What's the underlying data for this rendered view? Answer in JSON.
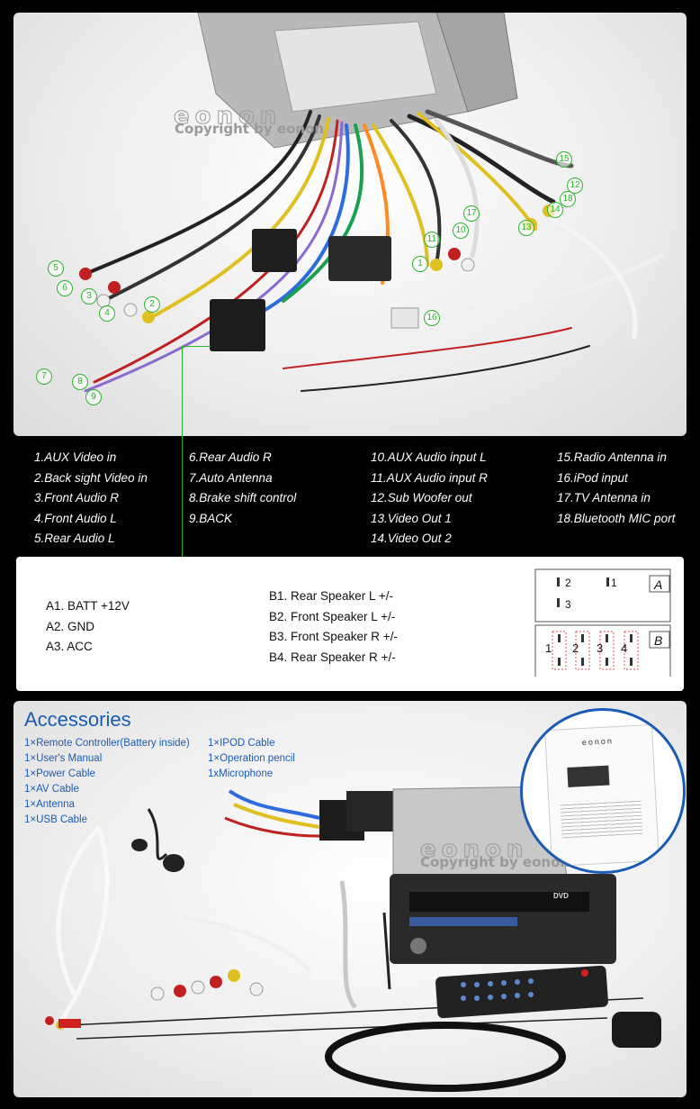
{
  "watermark": {
    "logo": "eonon",
    "copyright": "Copyright by eonon"
  },
  "callouts": [
    "1",
    "2",
    "3",
    "4",
    "5",
    "6",
    "7",
    "8",
    "9",
    "10",
    "11",
    "12",
    "13",
    "14",
    "15",
    "16",
    "17",
    "18"
  ],
  "legend": {
    "col1": [
      "1.AUX Video in",
      "2.Back sight Video in",
      "3.Front Audio R",
      "4.Front Audio L",
      "5.Rear Audio L"
    ],
    "col2": [
      "6.Rear Audio R",
      "7.Auto Antenna",
      "8.Brake shift control",
      "9.BACK"
    ],
    "col3": [
      "10.AUX Audio input L",
      "11.AUX Audio input R",
      "12.Sub Woofer out",
      "13.Video Out 1",
      "14.Video Out 2"
    ],
    "col4": [
      "15.Radio Antenna in",
      "16.iPod input",
      "17.TV Antenna in",
      "18.Bluetooth MIC port"
    ]
  },
  "pinout": {
    "a_pins": [
      "A1.  BATT +12V",
      "A2.  GND",
      "A3.  ACC"
    ],
    "b_pins": [
      "B1.  Rear Speaker L  +/-",
      "B2.  Front Speaker L +/-",
      "B3.  Front Speaker R  +/-",
      "B4.  Rear Speaker R  +/-"
    ],
    "connector": {
      "label_a": "A",
      "label_b": "B",
      "a_numbers": [
        "2",
        "1",
        "3"
      ],
      "b_numbers": [
        "1",
        "2",
        "3",
        "4"
      ]
    }
  },
  "accessories": {
    "title": "Accessories",
    "col1": [
      "1×Remote Controller(Battery inside)",
      "1×User's Manual",
      "1×Power Cable",
      "1×AV Cable",
      "1×Antenna",
      "1×USB Cable"
    ],
    "col2": [
      "1×IPOD Cable",
      "1×Operation pencil",
      "1xMicrophone"
    ],
    "manual_brand": "eonon",
    "unit_label": "DVD"
  },
  "colors": {
    "callout_green": "#2bb52b",
    "accessory_blue": "#1a5bb5"
  }
}
